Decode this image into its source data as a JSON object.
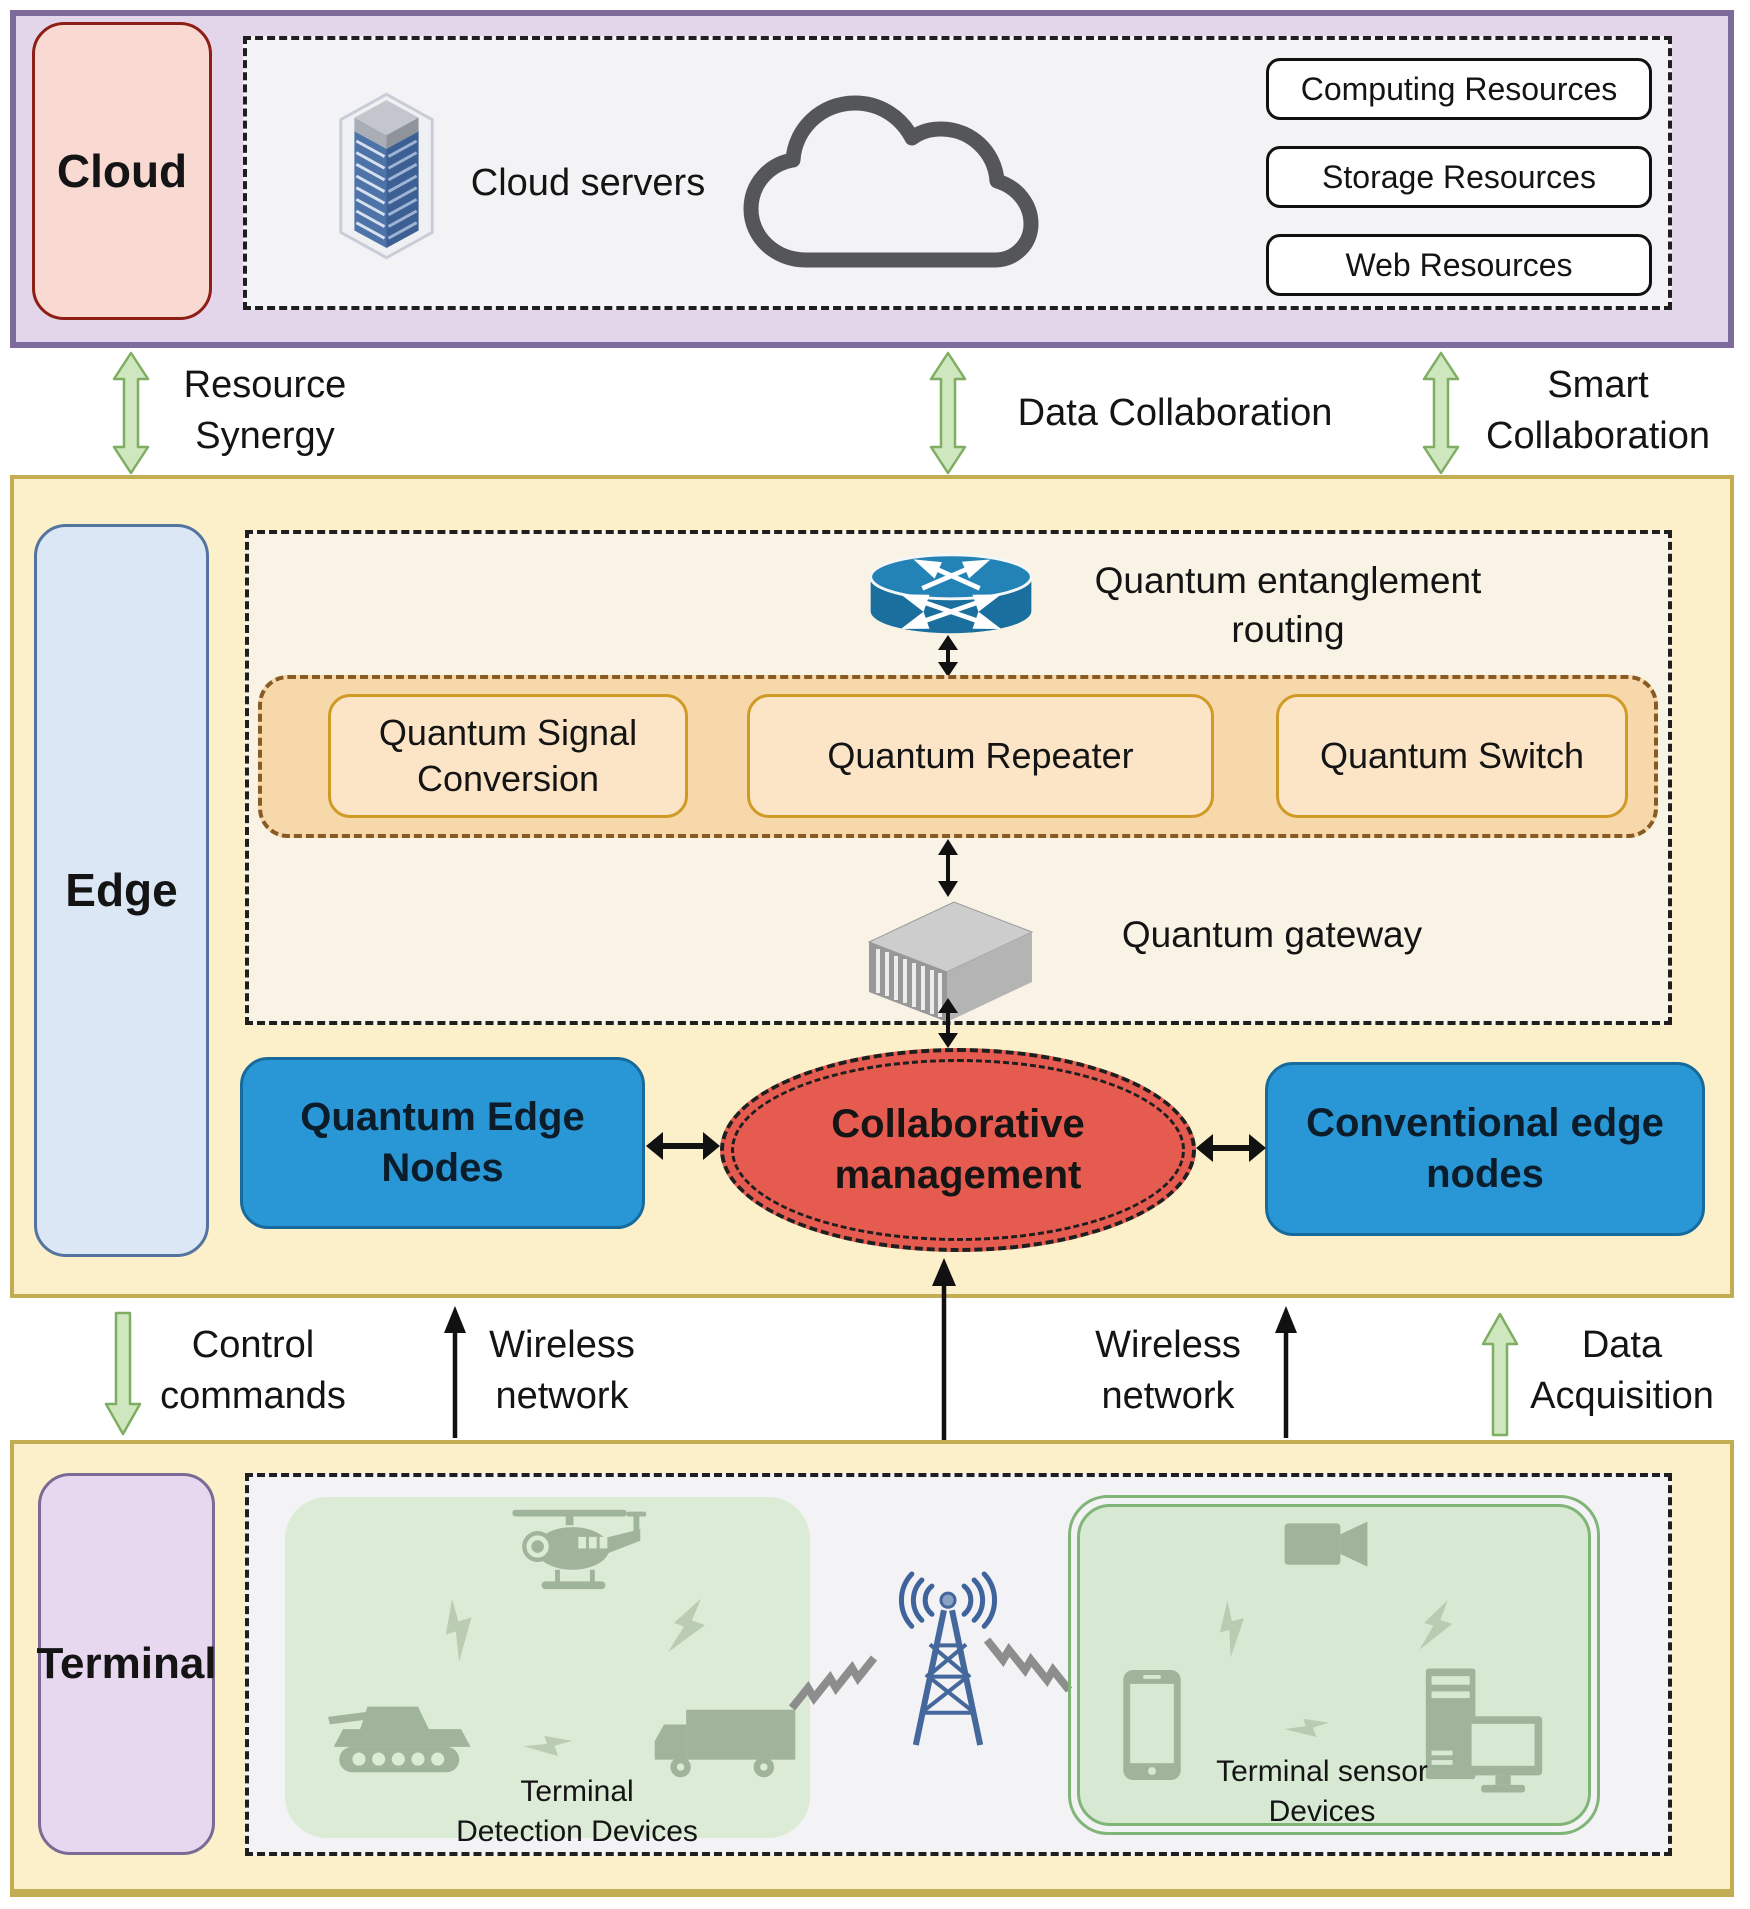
{
  "cloud": {
    "label": "Cloud",
    "servers_label": "Cloud servers",
    "resources": [
      "Computing Resources",
      "Storage Resources",
      "Web Resources"
    ]
  },
  "connections": {
    "resource_synergy": "Resource\nSynergy",
    "data_collaboration": "Data Collaboration",
    "smart_collaboration": "Smart\nCollaboration",
    "control_commands": "Control\ncommands",
    "wireless_network_left": "Wireless\nnetwork",
    "wireless_network_right": "Wireless\nnetwork",
    "data_acquisition": "Data\nAcquisition"
  },
  "edge": {
    "label": "Edge",
    "entanglement_routing": "Quantum entanglement\nrouting",
    "quantum_signal_conversion": "Quantum Signal\nConversion",
    "quantum_repeater": "Quantum Repeater",
    "quantum_switch": "Quantum Switch",
    "quantum_gateway": "Quantum gateway",
    "quantum_edge_nodes": "Quantum Edge\nNodes",
    "collaborative_management": "Collaborative\nmanagement",
    "conventional_edge_nodes": "Conventional edge\nnodes"
  },
  "terminal": {
    "label": "Terminal",
    "detection_caption": "Terminal\nDetection  Devices",
    "sensor_caption": "Terminal sensor\nDevices"
  },
  "colors": {
    "text": "#141414",
    "cloud_band_bg": "#e3d5ea",
    "cloud_band_border": "#7d6b9c",
    "cloud_label_bg": "#f9dad3",
    "cloud_label_border": "#8e1f16",
    "inner_gray_bg": "#f3f2f4",
    "dashed": "#1f1f1f",
    "resource_box_bg": "#ffffff",
    "green_arrow_fill": "#cfe7bf",
    "green_arrow_stroke": "#7fae63",
    "edge_band_bg": "#fbf0c9",
    "edge_band_border": "#c3ad52",
    "edge_label_bg": "#dbe7f5",
    "edge_label_border": "#53749f",
    "edge_inner_bg": "#f9f3e6",
    "orange_container_bg": "#f6d8ab",
    "orange_container_border": "#8a5a23",
    "orange_box_bg": "#fce5c7",
    "orange_box_border": "#cf9b26",
    "blue_node_bg": "#2997d6",
    "blue_node_border": "#176a9c",
    "red_ellipse_bg": "#e65b50",
    "terminal_label_bg": "#e7d8ef",
    "terminal_label_border": "#7b6b94",
    "green_device_bg": "#dcebd6",
    "green_device_border": "#7fb577",
    "right_green_bg": "#d8e9d3",
    "sage": "#9fb49a",
    "bolt": "#b6c9ad",
    "router_blue": "#1a6f9e",
    "tower_blue": "#44679c",
    "cloud_icon_stroke": "#55565a",
    "zigzag_gray": "#8d8d8d"
  }
}
